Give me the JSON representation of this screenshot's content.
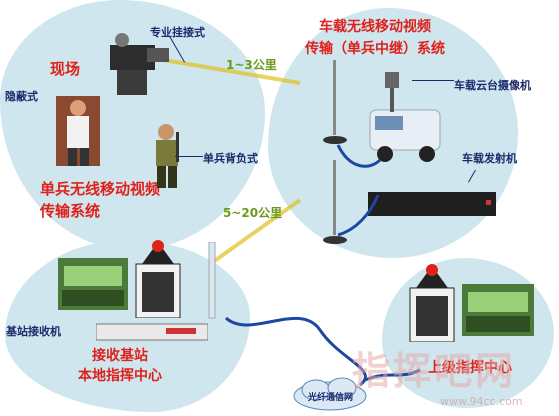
{
  "scene": {
    "label": "现场",
    "hidden": "隐蔽式",
    "pro": "专业挂接式",
    "soldier": "单兵背负式",
    "system": "单兵无线移动视频\n传输系统"
  },
  "vehicle": {
    "title": "车载无线移动视频\n传输（单兵中继）系统",
    "ptz": "车载云台摄像机",
    "tx": "车载发射机"
  },
  "dist": {
    "near": "1~3公里",
    "far": "5~20公里"
  },
  "base": {
    "rx": "基站接收机",
    "title": "接收基站\n本地指挥中心"
  },
  "remote": {
    "title": "上级指挥中心",
    "cloud": "光纤通信网"
  },
  "watermark": {
    "text": "指挥吧网",
    "url": "www.94cc.com"
  },
  "colors": {
    "accent": "#e0201a",
    "dark": "#1b2a6b",
    "distance": "#6a9a1c",
    "region": "#cfe6ee"
  }
}
